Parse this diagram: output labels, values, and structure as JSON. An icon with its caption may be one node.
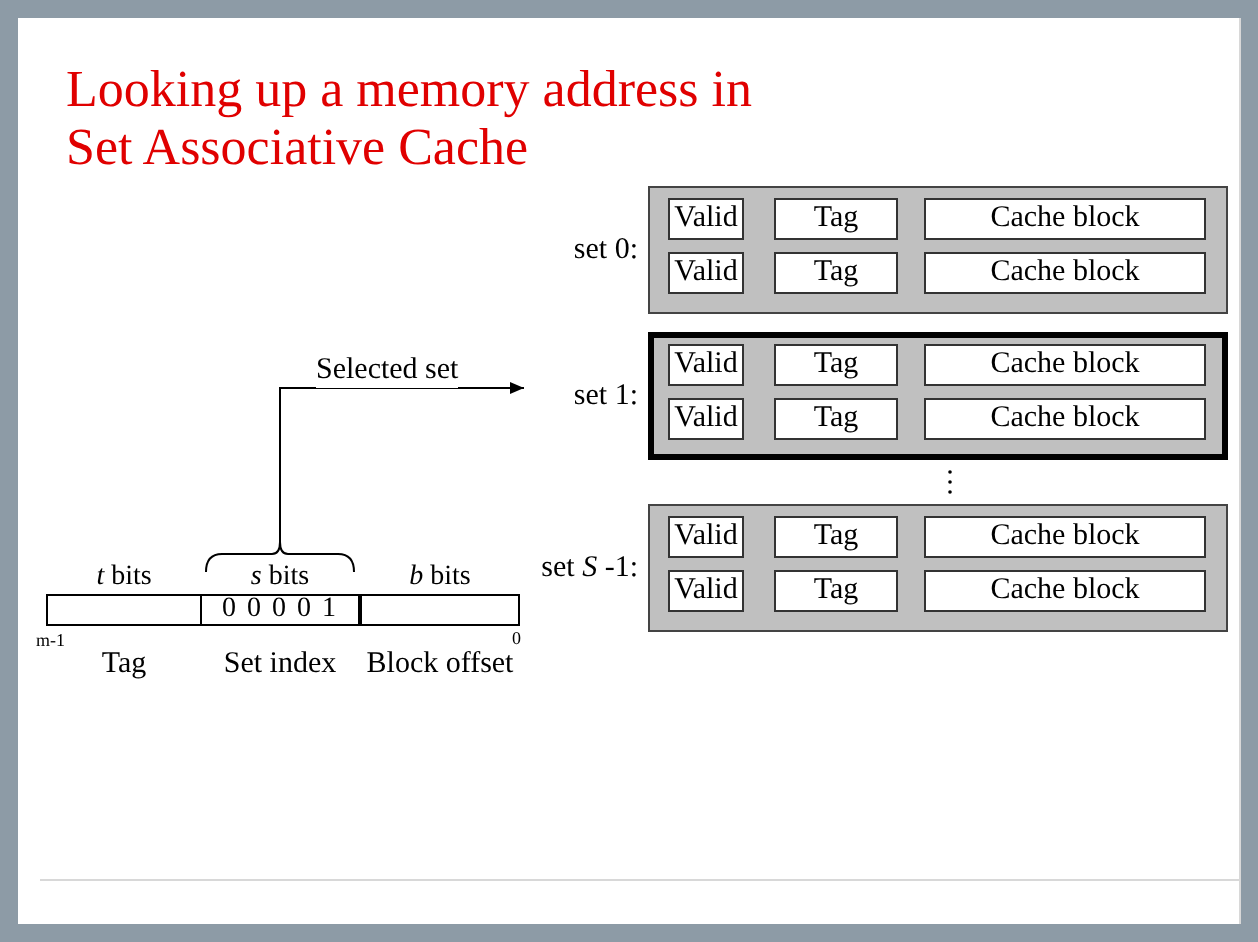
{
  "diagram": {
    "title": "Looking up a memory address in Set Associative Cache",
    "nodes": [
      {
        "text": [
          "set 0:"
        ]
      },
      {
        "text": [
          "Valid"
        ],
        "in": 0
      },
      {
        "text": [
          "Tag"
        ],
        "in": 0
      },
      {
        "text": [
          "Cache block"
        ],
        "in": 0
      },
      {
        "text": [
          "Valid"
        ],
        "in": 0
      },
      {
        "text": [
          "Tag"
        ],
        "in": 0
      },
      {
        "text": [
          "Cache block"
        ],
        "in": 0
      },
      {
        "text": [
          "set 1:"
        ]
      },
      {
        "text": [
          "Valid"
        ],
        "in": 7
      },
      {
        "text": [
          "Tag"
        ],
        "in": 7
      },
      {
        "text": [
          "Cache block"
        ],
        "in": 7
      },
      {
        "text": [
          "Valid"
        ],
        "in": 7
      },
      {
        "text": [
          "Tag"
        ],
        "in": 7
      },
      {
        "text": [
          "Cache block"
        ],
        "in": 7
      },
      {
        "text": [
          "set *S* -1:"
        ]
      },
      {
        "text": [
          "Valid"
        ],
        "in": 14
      },
      {
        "text": [
          "Tag"
        ],
        "in": 14
      },
      {
        "text": [
          "Cache block"
        ],
        "in": 14
      },
      {
        "text": [
          "Valid"
        ],
        "in": 14
      },
      {
        "text": [
          "Tag"
        ],
        "in": 14
      },
      {
        "text": [
          "Cache block"
        ],
        "in": 14
      },
      {
        "text": [],
        "shape": "box",
        "beside": [
          "*t* bits",
          "Tag"
        ]
      },
      {
        "text": [
          "0 0 0 0 1"
        ],
        "beside": [
          "*s* bits",
          "Set index"
        ]
      },
      {
        "text": [],
        "shape": "box",
        "beside": [
          "*b* bits",
          "Block offset"
        ]
      }
    ],
    "edges": [
      {
        "from": 22,
        "to": 7,
        "arrow": "to",
        "label": "Selected set"
      }
    ],
    "labels": [
      "m-1",
      "0"
    ]
  }
}
